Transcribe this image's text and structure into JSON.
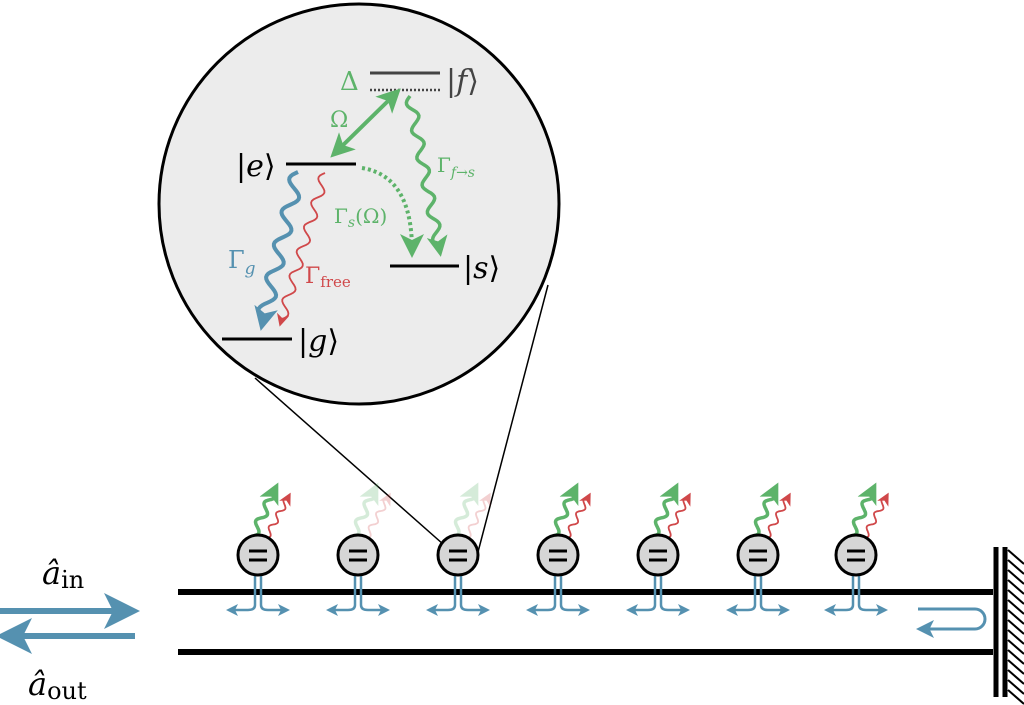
{
  "colors": {
    "blue": "#5591b0",
    "green": "#5db36a",
    "red": "#d0484a",
    "circle_fill": "#ececec",
    "atom_fill": "#d6d6d6"
  },
  "levels": {
    "f": {
      "bra_l": "|",
      "name": "f",
      "bra_r": "⟩"
    },
    "e": {
      "bra_l": "|",
      "name": "e",
      "bra_r": "⟩"
    },
    "s": {
      "bra_l": "|",
      "name": "s",
      "bra_r": "⟩"
    },
    "g": {
      "bra_l": "|",
      "name": "g",
      "bra_r": "⟩"
    }
  },
  "labels": {
    "delta": "Δ",
    "omega": "Ω",
    "gamma_g": {
      "main": "Γ",
      "sub": "g"
    },
    "gamma_free": {
      "main": "Γ",
      "sub": "free"
    },
    "gamma_s": {
      "main": "Γ",
      "sub": "s",
      "arg": "(Ω)"
    },
    "gamma_fs": {
      "main": "Γ",
      "sub": "f→s"
    }
  },
  "io": {
    "in": {
      "op": "â",
      "sub": "in"
    },
    "out": {
      "op": "â",
      "sub": "out"
    }
  },
  "atoms": [
    {
      "faded": false
    },
    {
      "faded": true
    },
    {
      "faded": true
    },
    {
      "faded": false
    },
    {
      "faded": false
    },
    {
      "faded": false
    },
    {
      "faded": false
    }
  ]
}
